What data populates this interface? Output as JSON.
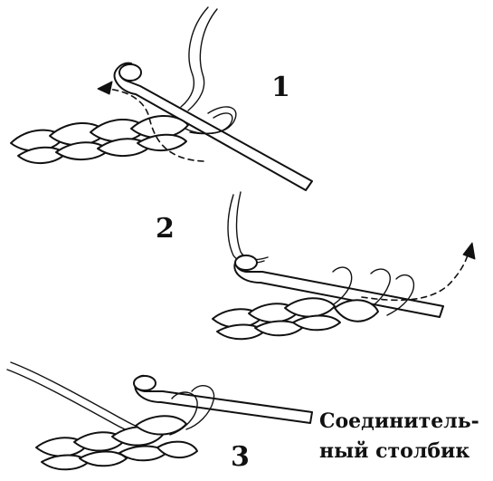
{
  "steps": [
    {
      "number": "1"
    },
    {
      "number": "2"
    },
    {
      "number": "3"
    }
  ],
  "caption": {
    "line1": "Соединитель-",
    "line2": "ный столбик"
  }
}
